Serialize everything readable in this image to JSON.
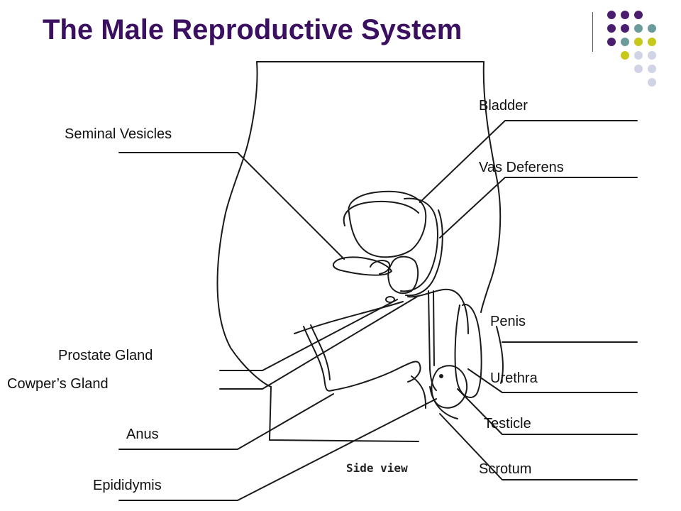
{
  "slide": {
    "title": "The Male Reproductive System",
    "theme_colors": {
      "title": "#3b1060",
      "dots_primary": "#4a1d6e",
      "dots_teal": "#6b9b9b",
      "dots_yellow": "#c8c81a",
      "dots_light": "#d0d4e6"
    }
  },
  "diagram": {
    "caption": "Side view",
    "labels": {
      "seminal_vesicles": "Seminal Vesicles",
      "bladder": "Bladder",
      "vas_deferens": "Vas Deferens",
      "penis": "Penis",
      "prostate_gland": "Prostate Gland",
      "cowpers_gland": "Cowper’s Gland",
      "urethra": "Urethra",
      "testicle": "Testicle",
      "anus": "Anus",
      "scrotum": "Scrotum",
      "epididymis": "Epididymis"
    }
  }
}
